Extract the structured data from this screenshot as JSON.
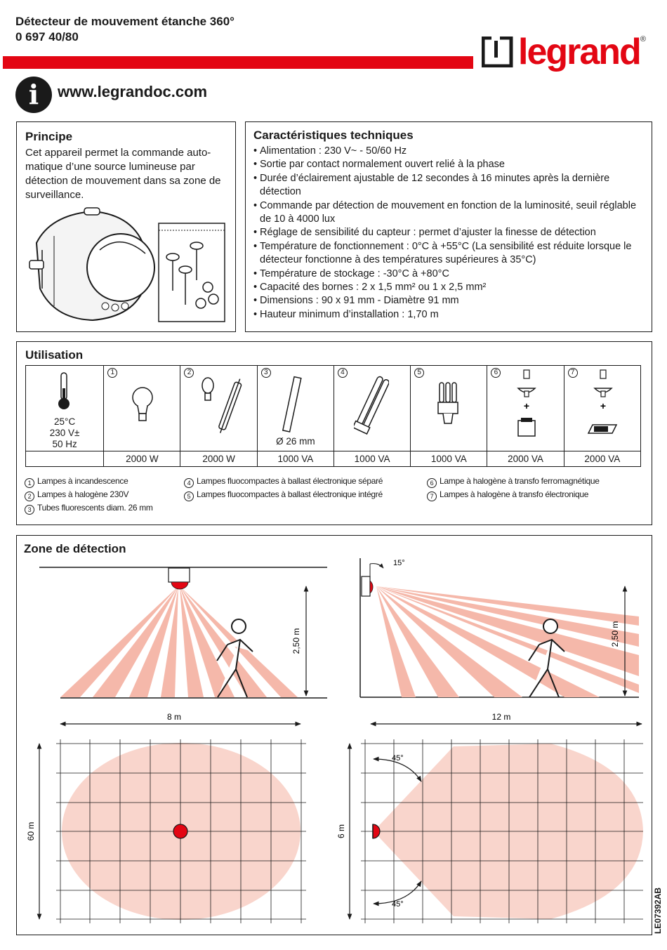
{
  "header": {
    "title_line1": "Détecteur de mouvement étanche 360°",
    "title_line2": "0 697 40/80",
    "brand": "legrand",
    "registered": "®",
    "info_icon": "i",
    "website": "www.legrandoc.com",
    "accent_color": "#e30613"
  },
  "principe": {
    "heading": "Principe",
    "lines": [
      "Cet appareil permet la commande auto-",
      "matique d’une source lumineuse par",
      "détection de mouvement dans sa zone de",
      "surveillance."
    ]
  },
  "caracteristiques": {
    "heading": "Caractéristiques techniques",
    "items": [
      "Alimentation : 230 V~ - 50/60 Hz",
      "Sortie par contact normalement ouvert relié à la phase",
      "Durée d’éclairement ajustable de 12 secondes à 16 minutes après la dernière détection",
      "Commande par détection de mouvement en fonction de la luminosité, seuil réglable de 10 à 4000 lux",
      "Réglage de sensibilité du capteur : permet d’ajuster la finesse de détection",
      "Température de fonctionnement : 0°C à +55°C (La sensibilité est réduite lorsque le détecteur fonctionne à des températures supérieures à 35°C)",
      "Température de stockage : -30°C à +80°C",
      "Capacité des bornes : 2 x 1,5 mm² ou 1 x 2,5 mm²",
      "Dimensions : 90 x 91 mm - Diamètre 91 mm",
      "Hauteur minimum d’installation : 1,70 m"
    ]
  },
  "utilisation": {
    "heading": "Utilisation",
    "conditions": [
      "25°C",
      "230 V±",
      "50 Hz"
    ],
    "columns": [
      {
        "num": "1",
        "power": "2000 W"
      },
      {
        "num": "2",
        "power": "2000 W"
      },
      {
        "num": "3",
        "power": "1000 VA",
        "note": "Ø 26 mm"
      },
      {
        "num": "4",
        "power": "1000 VA"
      },
      {
        "num": "5",
        "power": "1000 VA"
      },
      {
        "num": "6",
        "power": "2000 VA"
      },
      {
        "num": "7",
        "power": "2000 VA"
      }
    ],
    "legend": [
      {
        "num": "1",
        "text": "Lampes à incandescence"
      },
      {
        "num": "2",
        "text": "Lampes à halogène 230V"
      },
      {
        "num": "3",
        "text": "Tubes fluorescents diam. 26 mm"
      },
      {
        "num": "4",
        "text": "Lampes fluocompactes à ballast électronique séparé"
      },
      {
        "num": "5",
        "text": "Lampes fluocompactes à ballast électronique intégré"
      },
      {
        "num": "6",
        "text": "Lampe à halogène à transfo ferromagnétique"
      },
      {
        "num": "7",
        "text": "Lampes à halogène à transfo électronique"
      }
    ]
  },
  "zone": {
    "heading": "Zone de détection",
    "ceiling": {
      "height": "2,50 m",
      "width": "8 m",
      "depth": "60 m"
    },
    "wall": {
      "angle_top": "15°",
      "height": "2,50 m",
      "width": "12 m",
      "depth": "6 m",
      "angle_a": "45°",
      "angle_b": "45°"
    },
    "zone_color": "#f9d5cc",
    "beam_color": "#f5b8aa"
  },
  "doc_code": "LE07392AB"
}
